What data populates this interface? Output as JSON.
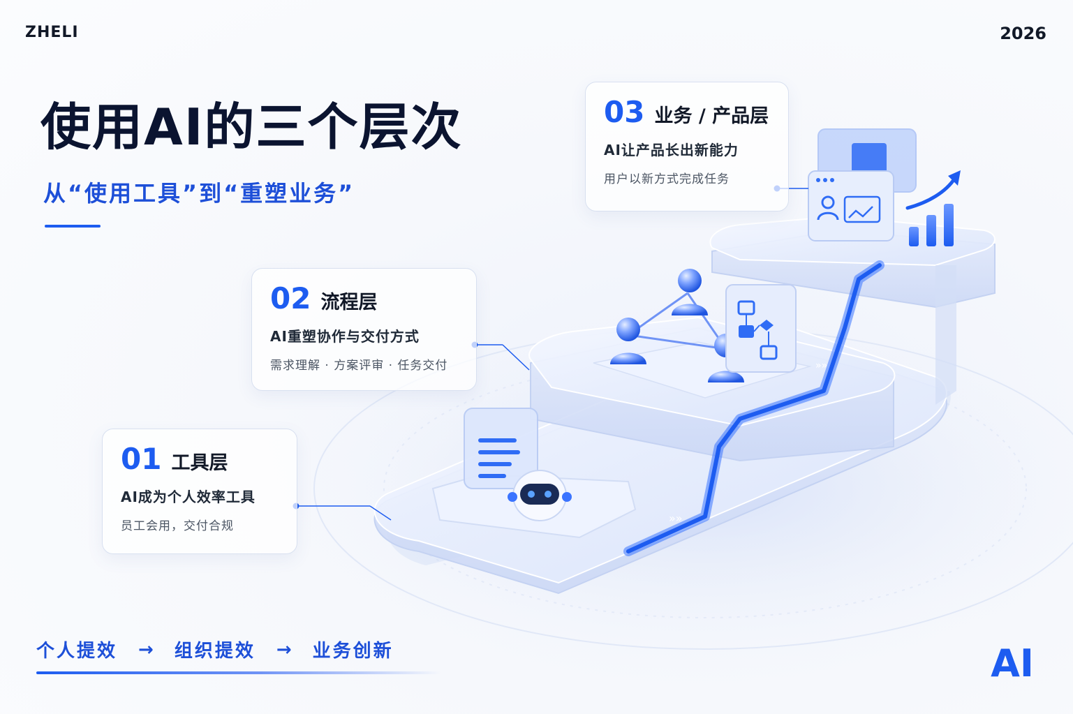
{
  "brand": "ZHELI",
  "year": "2026",
  "title": "使用AI的三个层次",
  "subtitle": "从“使用工具”到“重塑业务”",
  "layers": [
    {
      "number": "01",
      "name": "工具层",
      "headline": "AI成为个人效率工具",
      "detail": "员工会用，交付合规"
    },
    {
      "number": "02",
      "name": "流程层",
      "headline": "AI重塑协作与交付方式",
      "detail": "需求理解 · 方案评审 · 任务交付"
    },
    {
      "number": "03",
      "name": "业务 / 产品层",
      "headline": "AI让产品长出新能力",
      "detail": "用户以新方式完成任务"
    }
  ],
  "flow": [
    "个人提效",
    "组织提效",
    "业务创新"
  ],
  "flow_arrow": "→",
  "ai_mark": "AI",
  "colors": {
    "accent": "#1d5cf0",
    "title": "#0b1430",
    "glass": "#dfe8fb",
    "card_border": "#d8e0f0"
  },
  "icons": [
    "document-icon",
    "robot-icon",
    "team-network-icon",
    "flowchart-icon",
    "browser-profile-icon",
    "growth-arrow-icon",
    "bar-chart-icon"
  ]
}
